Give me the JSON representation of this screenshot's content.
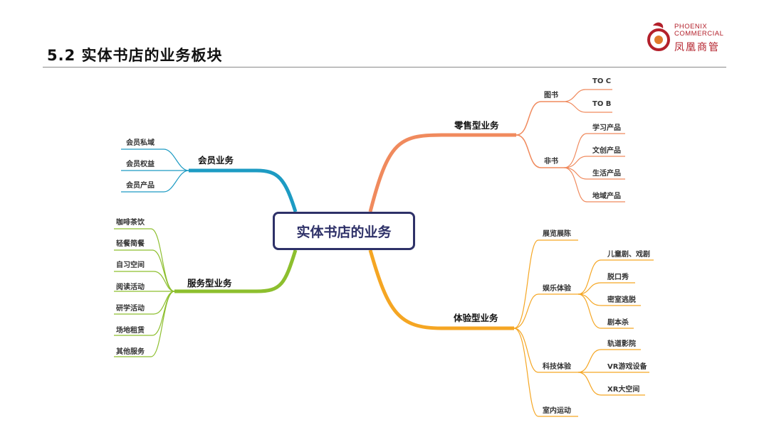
{
  "header": {
    "title": "5.2  实体书店的业务板块",
    "logo_en_line1": "PHOENIX",
    "logo_en_line2": "COMMERCIAL",
    "logo_cn": "凤凰商管"
  },
  "colors": {
    "member": "#1d9bc3",
    "service": "#8dbf2e",
    "retail": "#f08a5d",
    "experience": "#f5a623",
    "center_border": "#2e3168",
    "brand": "#b3202b"
  },
  "mindmap": {
    "center": "实体书店的业务",
    "member": {
      "label": "会员业务",
      "items": [
        "会员私域",
        "会员权益",
        "会员产品"
      ]
    },
    "service": {
      "label": "服务型业务",
      "items": [
        "咖啡茶饮",
        "轻餐简餐",
        "自习空间",
        "阅读活动",
        "研学活动",
        "场地租赁",
        "其他服务"
      ]
    },
    "retail": {
      "label": "零售型业务",
      "books": {
        "label": "图书",
        "items": [
          "TO C",
          "TO B"
        ]
      },
      "nonbooks": {
        "label": "非书",
        "items": [
          "学习产品",
          "文创产品",
          "生活产品",
          "地域产品"
        ]
      }
    },
    "experience": {
      "label": "体验型业务",
      "exhibition": {
        "label": "展览展陈"
      },
      "entertainment": {
        "label": "娱乐体验",
        "items": [
          "儿童剧、戏剧",
          "脱口秀",
          "密室逃脱",
          "剧本杀"
        ]
      },
      "tech": {
        "label": "科技体验",
        "items": [
          "轨道影院",
          "VR游戏设备",
          "XR大空间"
        ]
      },
      "sports": {
        "label": "室内运动"
      }
    }
  }
}
